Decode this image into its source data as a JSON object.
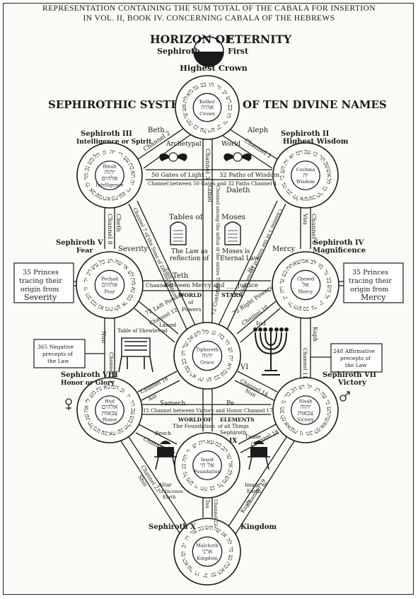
{
  "header": {
    "line1": "REPRESENTATION CONTAINING THE SUM TOTAL OF THE CABALA FOR INSERTION",
    "line2": "IN VOL. II, BOOK IV. CONCERNING CABALA OF THE HEBREWS"
  },
  "horizon": {
    "left": "HORIZON OF",
    "right": "ETERNITY",
    "sub_left": "Sephiroth",
    "sub_right": "First"
  },
  "highest_crown": "Highest Crown",
  "title_left": "SEPHIROTHIC SYSTEM",
  "title_right": "OF TEN DIVINE NAMES",
  "hebrew_name_chars": [
    "ב",
    "ה",
    "ו",
    "י",
    "ר",
    "ע",
    "כ",
    "ת",
    "ש",
    "א",
    "ל",
    "מ",
    "נ"
  ],
  "sephiroth": [
    {
      "id": "kether",
      "heading": [],
      "center": [
        "Kether",
        "אהיה",
        "Crown"
      ]
    },
    {
      "id": "binah",
      "heading": [
        "Sephiroth III",
        "Intelligence or Spirit"
      ],
      "center": [
        "Binah",
        "יהוה",
        "אלהים",
        "Intelligence"
      ]
    },
    {
      "id": "cochma",
      "heading": [
        "Sephiroth II",
        "Highest Wisdom"
      ],
      "center": [
        "Cochma",
        "יה",
        "Wisdom"
      ]
    },
    {
      "id": "pechad",
      "heading": [
        "Sephiroth V",
        "Fear"
      ],
      "center": [
        "Pechad",
        "אלהים",
        "Fear"
      ]
    },
    {
      "id": "chesed",
      "heading": [
        "Sephiroth IV",
        "Magnificence"
      ],
      "center": [
        "Chesed",
        "אל",
        "Mercy"
      ]
    },
    {
      "id": "tiphereth",
      "heading": [],
      "center": [
        "Tiphereth",
        "יהוה",
        "Grace"
      ]
    },
    {
      "id": "hod",
      "heading": [
        "Sephiroth VIII",
        "Honor or Glory"
      ],
      "center": [
        "Hod",
        "אלהים",
        "צבאות",
        "Honor"
      ]
    },
    {
      "id": "nisah",
      "heading": [
        "Sephiroth VII",
        "Victory"
      ],
      "center": [
        "Nisah",
        "יהוה",
        "צבאות",
        "Victory"
      ]
    },
    {
      "id": "iesod",
      "heading": [],
      "center": [
        "Iesod",
        "אל חי",
        "Foundation"
      ]
    },
    {
      "id": "malchuth",
      "heading": [
        "Sephiroth X",
        "Kingdom"
      ],
      "center": [
        "Malchuth",
        "ארני",
        "Kingdom"
      ]
    }
  ],
  "labels": {
    "beth": "Beth",
    "aleph": "Aleph",
    "channel2": "Channel 2",
    "channel1": "Channel 1",
    "archetypal": "Archetypal",
    "world": "World",
    "channel3": "Channel 3",
    "gates_light": "50 Gates of Light",
    "paths_wisdom": "32 Paths of Wisdom",
    "channel_between": "Channel between 50 Gates and 32 Paths Channel 4",
    "daleth": "Daleth",
    "gimel": "Gimel",
    "cheth": "Cheth",
    "vau": "Vau",
    "channel6": "Channel 6",
    "channel8": "Channel 8",
    "channel7_source": "Channel 7 of the Sons of Divine Justice",
    "channel5_mercy": "Channel 5 of the Sons of Divine Mercy",
    "gimel_influx": "Channel among the influx of the entire Trinity",
    "tables_of": "Tables of",
    "moses": "Moses",
    "law_reflection": [
      "The Law as",
      "reflection of"
    ],
    "moses_eternal": [
      "Moses is",
      "Eternal Law"
    ],
    "severity": "Severity",
    "mercy": "Mercy",
    "teth": "Teth",
    "between": "between Mercy and ___ Justice",
    "channel9": "Channel 9",
    "zain": "Zain",
    "he": "He",
    "world_of_powers": [
      "WORLD",
      "of",
      "Powers"
    ],
    "stars": "STARS",
    "left_powers": "72 Left Powers",
    "right_powers": "72 Right Powers",
    "channel12": "Channel 12",
    "control": "72 Control",
    "channel10": "Channel 10",
    "lamed": "Lamed",
    "iod": "Iod",
    "table_shewbread": "Table of Shewbread",
    "nun": "Nun",
    "kaph": "Kaph",
    "channel13": "Channel 13",
    "channel11": "Channel 11",
    "negative": [
      "365 Negative",
      "precepts of",
      "the Law"
    ],
    "affirmative": [
      "248 Affirmative",
      "precepts of",
      "the Law"
    ],
    "princes": [
      "35 Princes",
      "tracing their",
      "origin from"
    ],
    "severity_word": "Severity",
    "mercy_word": "Mercy",
    "vi": "VI",
    "ain": "Ain",
    "nun_lower": "Nun",
    "channel16": "Channel 16",
    "channel14": "Channel 14",
    "samech": "Samech",
    "pe": "Pe",
    "channel_victory": "15 Channel between Victory and Honor Channel 17",
    "world_foundation": [
      "WORLD OF",
      "The Foundation"
    ],
    "elements": [
      "ELEMENTS",
      "of all Things",
      "Sephiroth"
    ],
    "ix": "IX",
    "resch": "Resch",
    "channel20": "Channel 20",
    "channel18": "Channel 18",
    "tzadi": "Tzade",
    "altar": [
      "Altar",
      "of Incense",
      "Earth"
    ],
    "image": [
      "Image of",
      "Earth"
    ],
    "channel21": "Channel 21",
    "shin": "Shin",
    "kuph": "Kuph",
    "channel19": "Channel 19",
    "tau": "Tau",
    "channel22": "Channel 22"
  }
}
